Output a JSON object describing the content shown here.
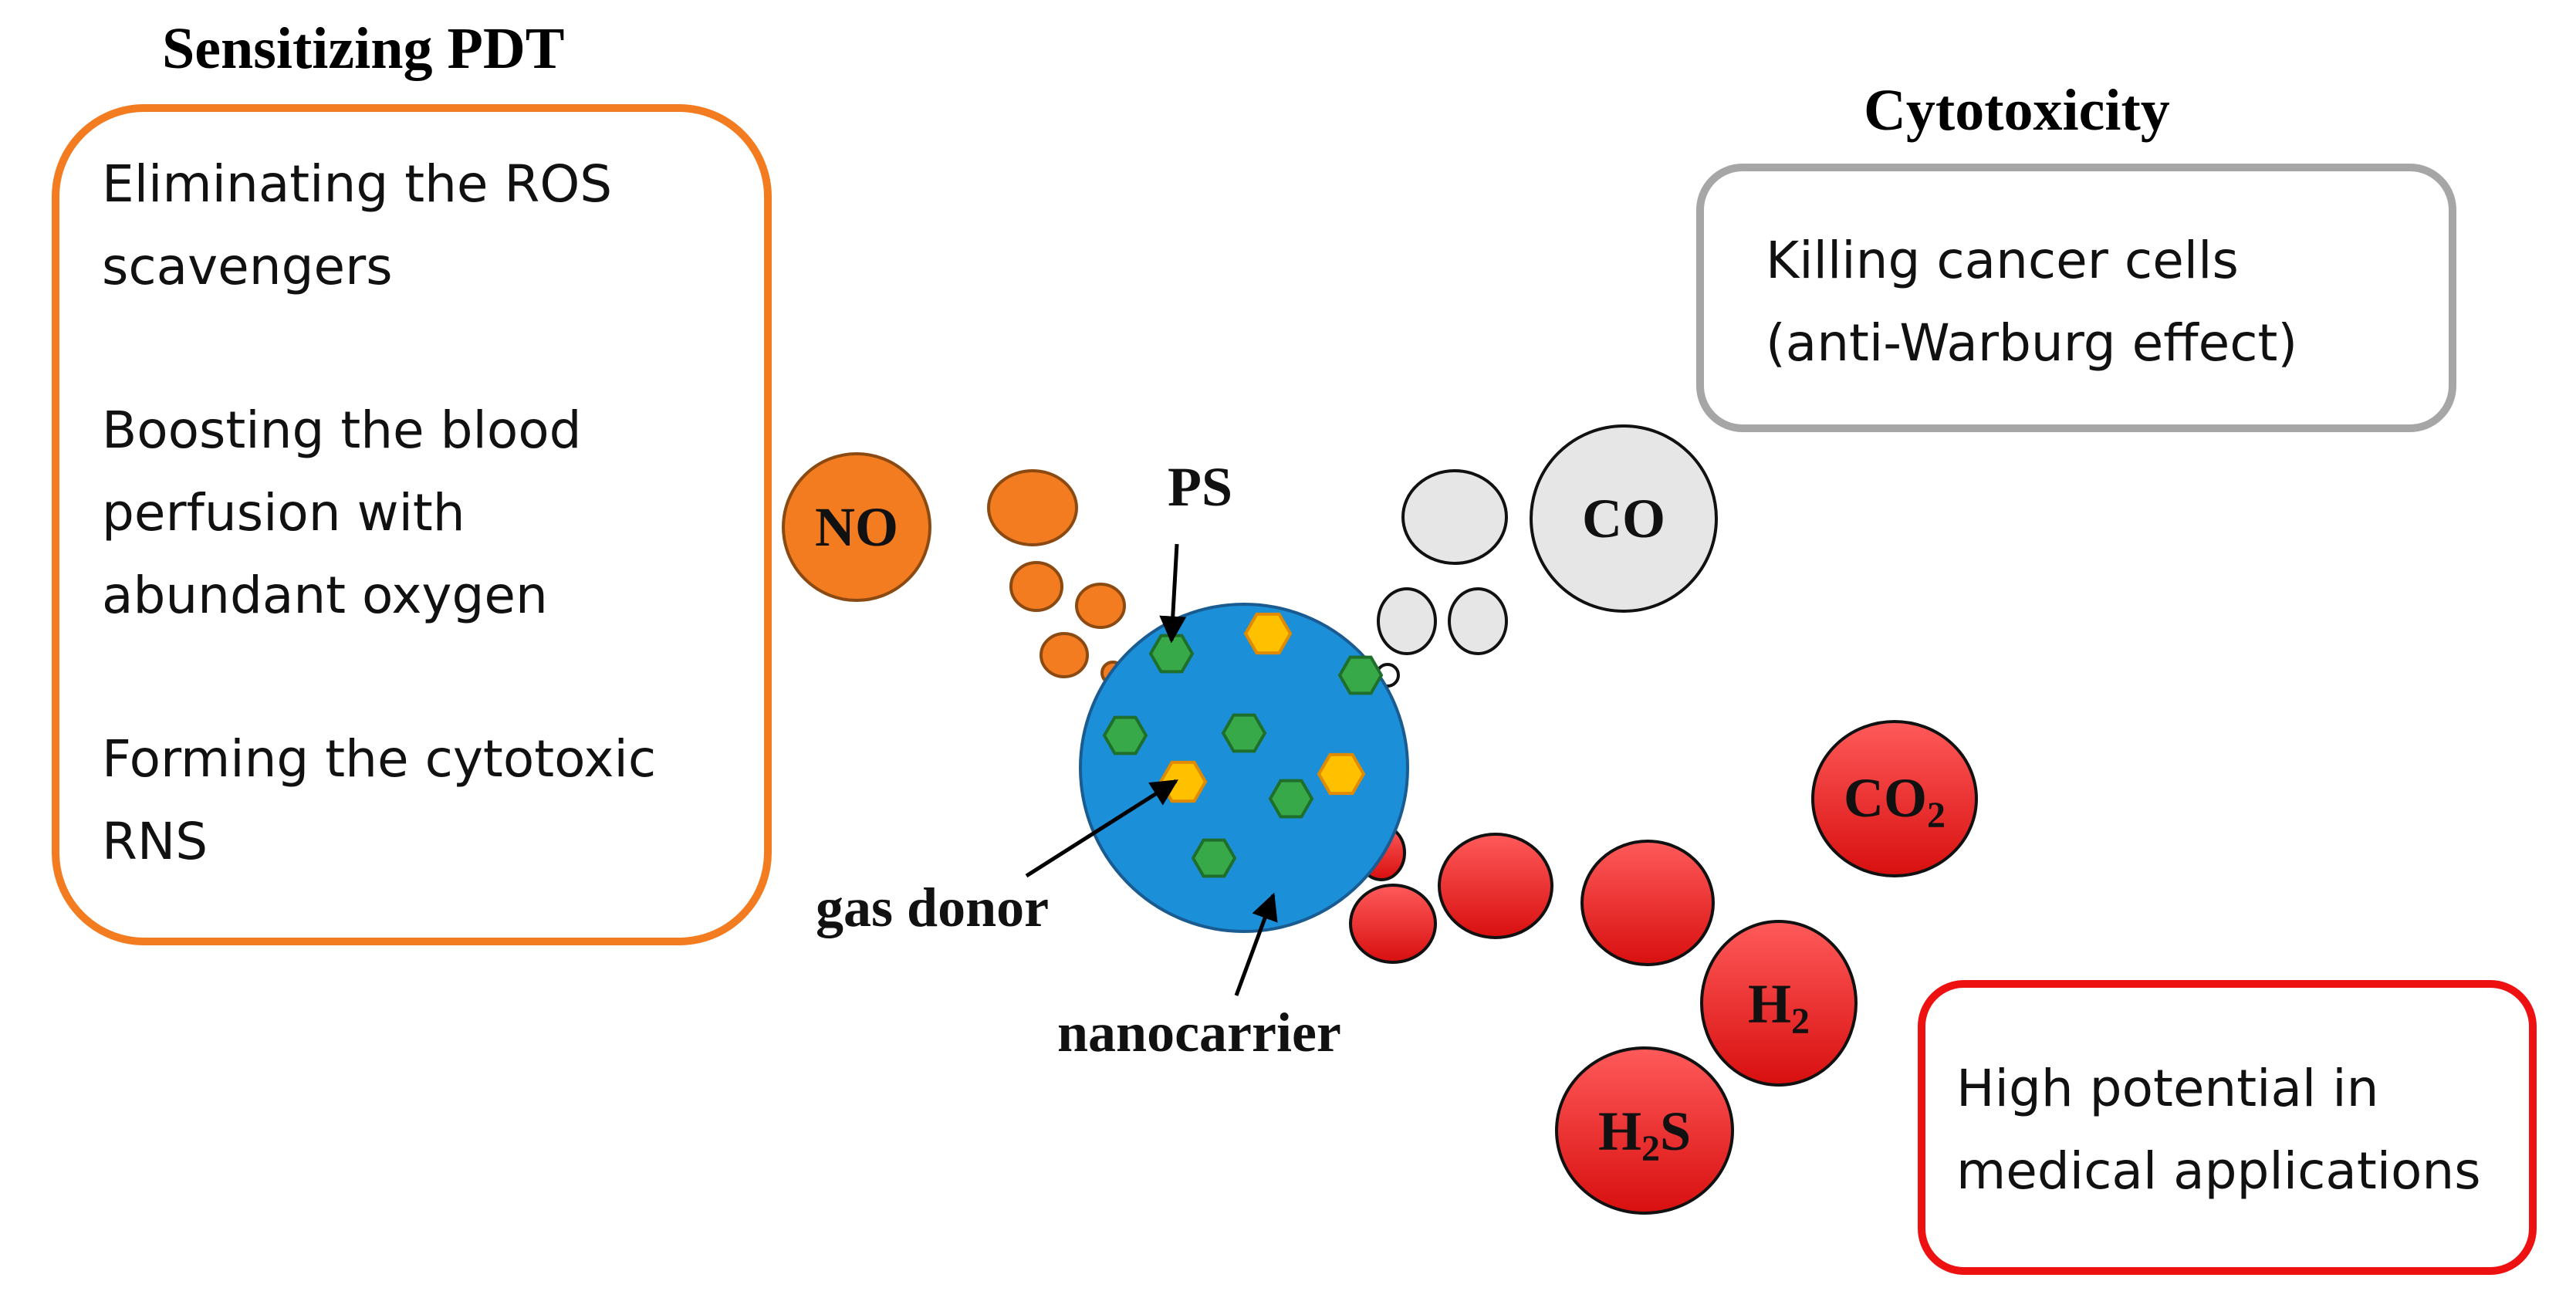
{
  "colors": {
    "pdt_orange": "#f47c20",
    "cyto_gray": "#a6a6a6",
    "medical_red": "#ee1111",
    "nanocarrier_blue": "#1b8fd8",
    "ps_green": "#38a948",
    "donor_yellow": "#ffc000",
    "gas_light_gray": "#e6e6e6"
  },
  "sensitizing_pdt": {
    "heading": "Sensitizing PDT",
    "item_1_lines": [
      "Eliminating the ROS",
      "scavengers"
    ],
    "item_2_lines": [
      "Boosting the blood",
      "perfusion with",
      "abundant oxygen"
    ],
    "item_3_lines": [
      "Forming the cytotoxic",
      "RNS"
    ]
  },
  "cytotoxicity": {
    "heading": "Cytotoxicity",
    "lines": [
      "Killing cancer cells",
      "(anti-Warburg effect)"
    ]
  },
  "medical": {
    "lines": [
      "High potential in",
      "medical applications"
    ]
  },
  "gases": {
    "no": "NO",
    "co": "CO",
    "co2": {
      "base": "CO",
      "sub": "2"
    },
    "h2": {
      "base": "H",
      "sub": "2"
    },
    "h2s": {
      "base": "H",
      "sub": "2",
      "tail": "S"
    }
  },
  "nano_labels": {
    "ps": "PS",
    "gas_donor": "gas donor",
    "nanocarrier": "nanocarrier"
  }
}
